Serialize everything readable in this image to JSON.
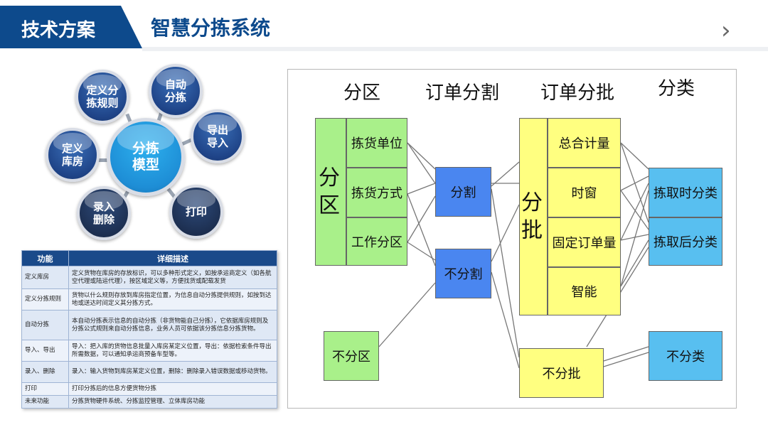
{
  "header": {
    "tag": "技术方案",
    "title": "智慧分拣系统"
  },
  "model": {
    "center": "分拣\n模型",
    "nodes": [
      {
        "id": "define-rule",
        "label": "定义分\n拣规则"
      },
      {
        "id": "auto-sort",
        "label": "自动\n分拣"
      },
      {
        "id": "export-import",
        "label": "导出\n导入"
      },
      {
        "id": "define-warehouse",
        "label": "定义\n库房"
      },
      {
        "id": "input-delete",
        "label": "录入\n删除"
      },
      {
        "id": "print",
        "label": "打印"
      }
    ]
  },
  "table": {
    "headers": [
      "功能",
      "详细描述"
    ],
    "rows": [
      [
        "定义库房",
        "定义货物在库房的存放标识，可以多种形式定义，如按承运商定义（如各航空代理或陆运代理），按区域定义等，方便找货或配载发货"
      ],
      [
        "定义分拣规则",
        "货物以什么规则存放到库房指定位置，为信息自动分拣提供规则，如按到达地或送达时间定义其分拣方式。"
      ],
      [
        "自动分拣",
        "本自动分拣表示信息的自动分拣（非货物能自己分拣），它依据库房规则及分拣公式规则来自动分拣信息，业务人员可依据该分拣信息分拣货物。"
      ],
      [
        "导入、导出",
        "导入：把入库的货物信息批量入库房某定义位置，导出：依据检索条件导出所需数据，可以通知承运商预备车型等。"
      ],
      [
        "录入、删除",
        "录入：输入货物到库房某定义位置，删除：删除录入错误数据或移动货物。"
      ],
      [
        "打印",
        "打印分拣后的信息方便货物分拣"
      ],
      [
        "未来功能",
        "分拣货物硬件系统、分拣监控管理、立体库房功能"
      ]
    ]
  },
  "diagram": {
    "columns": [
      "分区",
      "订单分割",
      "订单分批",
      "分类"
    ],
    "zone_main": "分\n区",
    "zone_items": [
      "拣货单位",
      "拣货方式",
      "工作分区"
    ],
    "no_zone": "不分区",
    "split": "分割",
    "no_split": "不分割",
    "batch_main": "分\n批",
    "batch_items": [
      "总合计量",
      "时窗",
      "固定订单量",
      "智能"
    ],
    "no_batch": "不分批",
    "classify_items": [
      "拣取时分类",
      "拣取后分类"
    ],
    "no_classify": "不分类"
  },
  "colors": {
    "brand": "#0d4a8c",
    "bubble": "#1f4488",
    "center_bubble": "#1e8ed6",
    "green": "#a9f08a",
    "yellow": "#ffff80",
    "blue": "#4a86f0",
    "cyan": "#58bff0"
  }
}
